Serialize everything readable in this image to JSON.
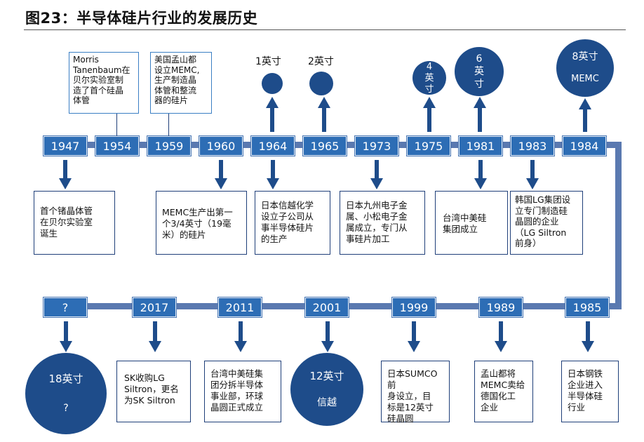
{
  "title": "图23：半导体硅片行业的发展历史",
  "top_row_years": [
    "1947",
    "1954",
    "1959",
    "1960",
    "1964",
    "1965",
    "1973",
    "1975",
    "1981",
    "1983",
    "1984"
  ],
  "bottom_row_years": [
    "?",
    "2017",
    "2011",
    "2001",
    "1999",
    "1989",
    "1985"
  ],
  "top_notes": {
    "y1954": "Morris\nTanenbaum在\n贝尔实验室制\n造了首个硅晶\n体管",
    "y1959": "美国孟山都\n设立MEMC,\n生产制造晶\n体管和整流\n器的硅片"
  },
  "size_labels": {
    "inch1": "1英寸",
    "inch2": "2英寸"
  },
  "top_circles": {
    "c1975": "4\n英\n寸",
    "c1981": "6\n英\n寸",
    "c1984_size": "8英寸",
    "c1984_company": "MEMC"
  },
  "mid_notes": {
    "y1947": "首个锗晶体管\n在贝尔实验室\n诞生",
    "y1960": "MEMC生产出第一\n个3/4英寸（19毫\n米）的硅片",
    "y1964": "日本信越化学\n设立子公司从\n事半导体硅片\n的生产",
    "y1973": "日本九州电子金\n属、小松电子金\n属成立，专门从\n事硅片加工",
    "y1981": "台湾中美硅\n集团成立",
    "y1983": "韩国LG集团设\n立专门制造硅\n晶圆的企业\n（LG Siltron\n前身）"
  },
  "bottom_circles": {
    "c_unknown_size": "18英寸",
    "c_unknown_company": "?",
    "c2001_size": "12英寸",
    "c2001_company": "信越"
  },
  "bottom_notes": {
    "y2017": "SK收购LG\nSiltron，更名\n为SK Siltron",
    "y2011": "台湾中美硅集\n团分拆半导体\n事业部，环球\n晶圆正式成立",
    "y1999": "日本SUMCO前\n身设立，目\n标是12英寸\n硅晶圆",
    "y1989": "孟山都将\nMEMC卖给\n德国化工\n企业",
    "y1985": "日本钢铁\n企业进入\n半导体硅\n行业"
  }
}
